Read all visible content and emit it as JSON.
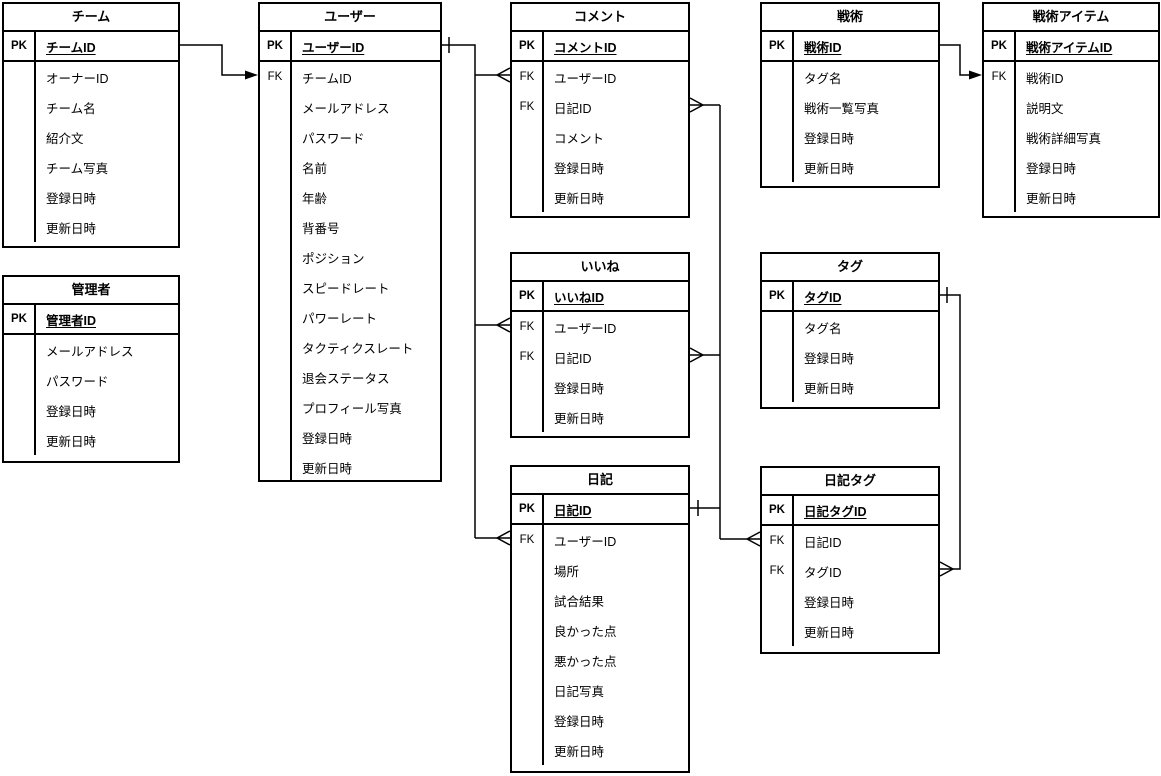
{
  "diagram": {
    "background_color": "#ffffff",
    "line_color": "#000000",
    "text_color": "#000000",
    "key_labels": {
      "primary": "PK",
      "foreign": "FK"
    }
  },
  "entities": [
    {
      "id": "team",
      "title": "チーム",
      "rows": [
        {
          "key": "PK",
          "name": "チームID",
          "pk": true
        },
        {
          "key": "",
          "name": "オーナーID"
        },
        {
          "key": "",
          "name": "チーム名"
        },
        {
          "key": "",
          "name": "紹介文"
        },
        {
          "key": "",
          "name": "チーム写真"
        },
        {
          "key": "",
          "name": "登録日時"
        },
        {
          "key": "",
          "name": "更新日時"
        }
      ]
    },
    {
      "id": "admin",
      "title": "管理者",
      "rows": [
        {
          "key": "PK",
          "name": "管理者ID",
          "pk": true
        },
        {
          "key": "",
          "name": "メールアドレス"
        },
        {
          "key": "",
          "name": "パスワード"
        },
        {
          "key": "",
          "name": "登録日時"
        },
        {
          "key": "",
          "name": "更新日時"
        }
      ]
    },
    {
      "id": "user",
      "title": "ユーザー",
      "rows": [
        {
          "key": "PK",
          "name": "ユーザーID",
          "pk": true
        },
        {
          "key": "FK",
          "name": "チームID"
        },
        {
          "key": "",
          "name": "メールアドレス"
        },
        {
          "key": "",
          "name": "パスワード"
        },
        {
          "key": "",
          "name": "名前"
        },
        {
          "key": "",
          "name": "年齢"
        },
        {
          "key": "",
          "name": "背番号"
        },
        {
          "key": "",
          "name": "ポジション"
        },
        {
          "key": "",
          "name": "スピードレート"
        },
        {
          "key": "",
          "name": "パワーレート"
        },
        {
          "key": "",
          "name": "タクティクスレート"
        },
        {
          "key": "",
          "name": "退会ステータス"
        },
        {
          "key": "",
          "name": "プロフィール写真"
        },
        {
          "key": "",
          "name": "登録日時"
        },
        {
          "key": "",
          "name": "更新日時"
        }
      ]
    },
    {
      "id": "comment",
      "title": "コメント",
      "rows": [
        {
          "key": "PK",
          "name": "コメントID",
          "pk": true
        },
        {
          "key": "FK",
          "name": "ユーザーID"
        },
        {
          "key": "FK",
          "name": "日記ID"
        },
        {
          "key": "",
          "name": "コメント"
        },
        {
          "key": "",
          "name": "登録日時"
        },
        {
          "key": "",
          "name": "更新日時"
        }
      ]
    },
    {
      "id": "like",
      "title": "いいね",
      "rows": [
        {
          "key": "PK",
          "name": "いいねID",
          "pk": true
        },
        {
          "key": "FK",
          "name": "ユーザーID"
        },
        {
          "key": "FK",
          "name": "日記ID"
        },
        {
          "key": "",
          "name": "登録日時"
        },
        {
          "key": "",
          "name": "更新日時"
        }
      ]
    },
    {
      "id": "diary",
      "title": "日記",
      "rows": [
        {
          "key": "PK",
          "name": "日記ID",
          "pk": true
        },
        {
          "key": "FK",
          "name": "ユーザーID"
        },
        {
          "key": "",
          "name": "場所"
        },
        {
          "key": "",
          "name": "試合結果"
        },
        {
          "key": "",
          "name": "良かった点"
        },
        {
          "key": "",
          "name": "悪かった点"
        },
        {
          "key": "",
          "name": "日記写真"
        },
        {
          "key": "",
          "name": "登録日時"
        },
        {
          "key": "",
          "name": "更新日時"
        }
      ]
    },
    {
      "id": "tactic",
      "title": "戦術",
      "rows": [
        {
          "key": "PK",
          "name": "戦術ID",
          "pk": true
        },
        {
          "key": "",
          "name": "タグ名"
        },
        {
          "key": "",
          "name": "戦術一覧写真"
        },
        {
          "key": "",
          "name": "登録日時"
        },
        {
          "key": "",
          "name": "更新日時"
        }
      ]
    },
    {
      "id": "tag",
      "title": "タグ",
      "rows": [
        {
          "key": "PK",
          "name": "タグID",
          "pk": true
        },
        {
          "key": "",
          "name": "タグ名"
        },
        {
          "key": "",
          "name": "登録日時"
        },
        {
          "key": "",
          "name": "更新日時"
        }
      ]
    },
    {
      "id": "diarytag",
      "title": "日記タグ",
      "rows": [
        {
          "key": "PK",
          "name": "日記タグID",
          "pk": true
        },
        {
          "key": "FK",
          "name": "日記ID"
        },
        {
          "key": "FK",
          "name": "タグID"
        },
        {
          "key": "",
          "name": "登録日時"
        },
        {
          "key": "",
          "name": "更新日時"
        }
      ]
    },
    {
      "id": "tacticitem",
      "title": "戦術アイテム",
      "rows": [
        {
          "key": "PK",
          "name": "戦術アイテムID",
          "pk": true
        },
        {
          "key": "FK",
          "name": "戦術ID"
        },
        {
          "key": "",
          "name": "説明文"
        },
        {
          "key": "",
          "name": "戦術詳細写真"
        },
        {
          "key": "",
          "name": "登録日時"
        },
        {
          "key": "",
          "name": "更新日時"
        }
      ]
    }
  ],
  "relationships": [
    {
      "name": "team-user",
      "from": "チーム.チームID",
      "to": [
        "ユーザー.チームID"
      ],
      "style": "arrow"
    },
    {
      "name": "user-references",
      "from": "ユーザー.ユーザーID",
      "from_cardinality": "one",
      "to": [
        "コメント.ユーザーID",
        "いいね.ユーザーID",
        "日記.ユーザーID"
      ],
      "to_cardinality": "many"
    },
    {
      "name": "diary-references",
      "from": "日記.日記ID",
      "from_cardinality": "one",
      "to": [
        "コメント.日記ID",
        "いいね.日記ID",
        "日記タグ.日記ID"
      ],
      "to_cardinality": "many"
    },
    {
      "name": "tag-diarytag",
      "from": "タグ.タグID",
      "from_cardinality": "one",
      "to": [
        "日記タグ.タグID"
      ],
      "to_cardinality": "many"
    },
    {
      "name": "tactic-tacticitem",
      "from": "戦術.戦術ID",
      "to": [
        "戦術アイテム.戦術ID"
      ],
      "style": "arrow"
    }
  ]
}
